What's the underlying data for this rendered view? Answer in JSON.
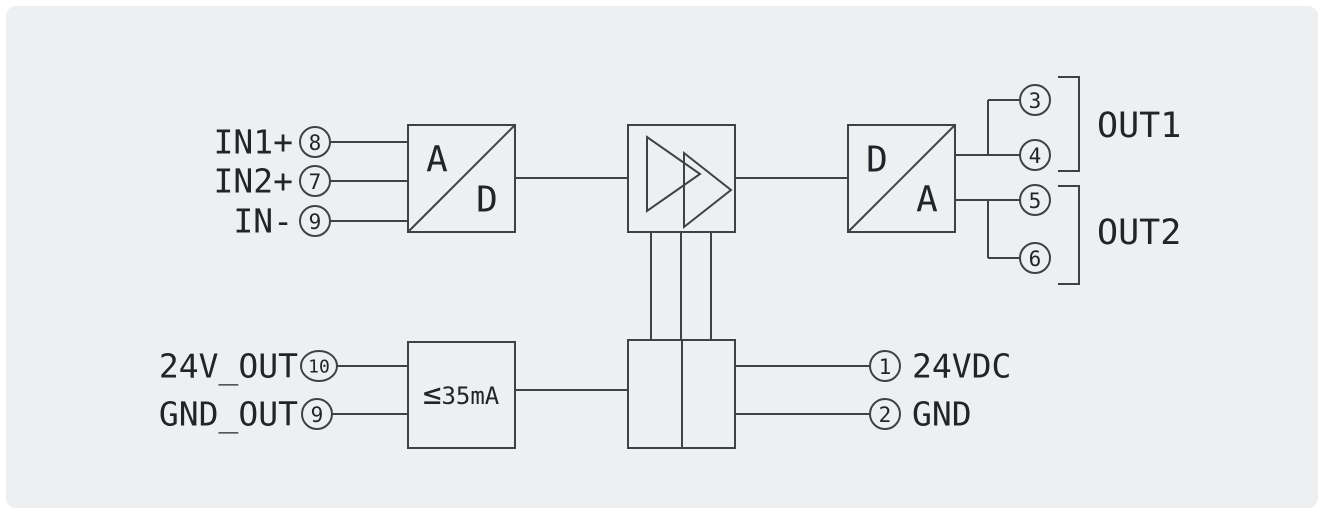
{
  "diagram": {
    "title_hint": "isolated signal converter wiring diagram",
    "colors": {
      "background": "#edeff1",
      "line": "#3f4245",
      "text": "#212428"
    },
    "inputs": [
      {
        "label": "IN1+",
        "terminal": "8"
      },
      {
        "label": "IN2+",
        "terminal": "7"
      },
      {
        "label": "IN-",
        "terminal": "9"
      }
    ],
    "adc_block": {
      "letter_top": "A",
      "letter_bottom": "D"
    },
    "dac_block": {
      "letter_top": "D",
      "letter_bottom": "A"
    },
    "power_block": {
      "current_limit_sign": "≤",
      "current_limit_value": "35mA"
    },
    "output_terminals": [
      {
        "terminal": "3"
      },
      {
        "terminal": "4"
      },
      {
        "terminal": "5"
      },
      {
        "terminal": "6"
      }
    ],
    "output_groups": [
      {
        "label": "OUT1"
      },
      {
        "label": "OUT2"
      }
    ],
    "aux_outputs": [
      {
        "label": "24V_OUT",
        "terminal": "10"
      },
      {
        "label": "GND_OUT",
        "terminal": "9"
      }
    ],
    "supply_terminals": [
      {
        "terminal": "1",
        "label": "24VDC"
      },
      {
        "terminal": "2",
        "label": "GND"
      }
    ]
  }
}
